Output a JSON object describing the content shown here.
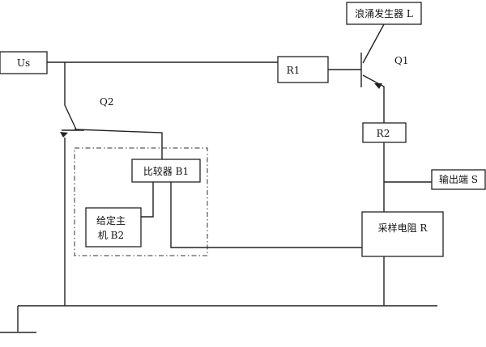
{
  "components": {
    "us": "Us",
    "surge_generator": "浪涌发生器 L",
    "r1": "R1",
    "q1": "Q1",
    "q2": "Q2",
    "r2": "R2",
    "output": "输出端 S",
    "comparator": "比较器 B1",
    "host_line1": "给定主",
    "host_line2": "机 B2",
    "sample_resistor": "采样电阻 R"
  }
}
